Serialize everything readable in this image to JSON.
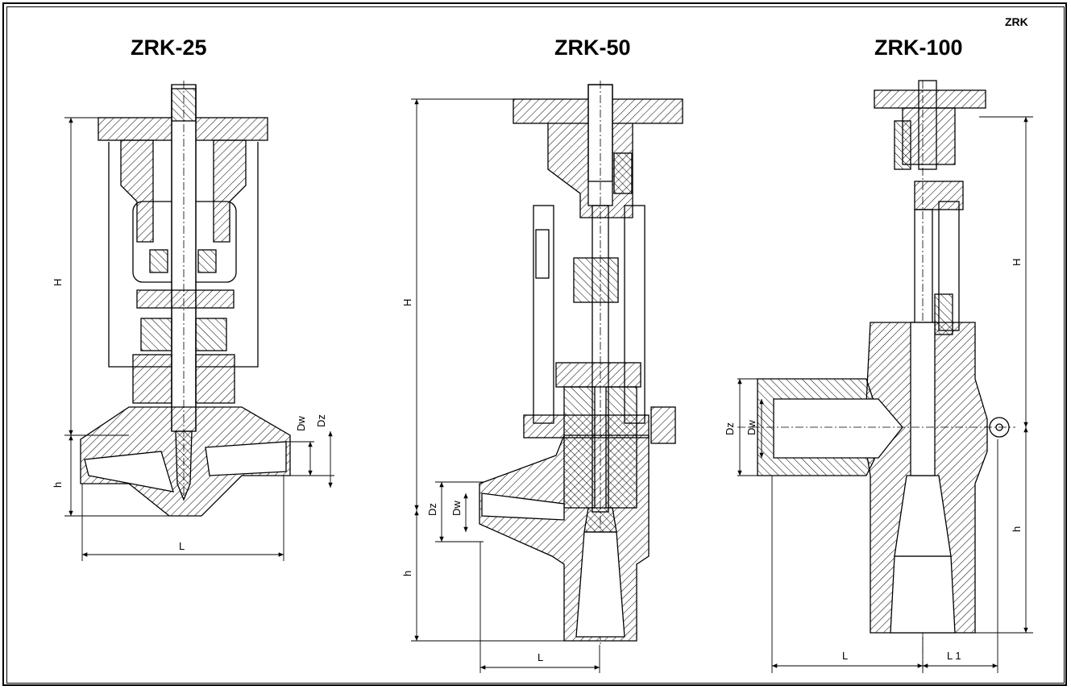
{
  "header": {
    "corner_tag": "ZRK"
  },
  "models": [
    {
      "title": "ZRK-25",
      "dimensions": {
        "H": "H",
        "h": "h",
        "L": "L",
        "Dw": "Dw",
        "Dz": "Dz"
      }
    },
    {
      "title": "ZRK-50",
      "dimensions": {
        "H": "H",
        "h": "h",
        "L": "L",
        "Dw": "Dw",
        "Dz": "Dz"
      }
    },
    {
      "title": "ZRK-100",
      "dimensions": {
        "H": "H",
        "h": "h",
        "L": "L",
        "L1": "L 1",
        "Dw": "Dw",
        "Dz": "Dz"
      }
    }
  ],
  "colors": {
    "line": "#000000",
    "background": "#ffffff"
  }
}
